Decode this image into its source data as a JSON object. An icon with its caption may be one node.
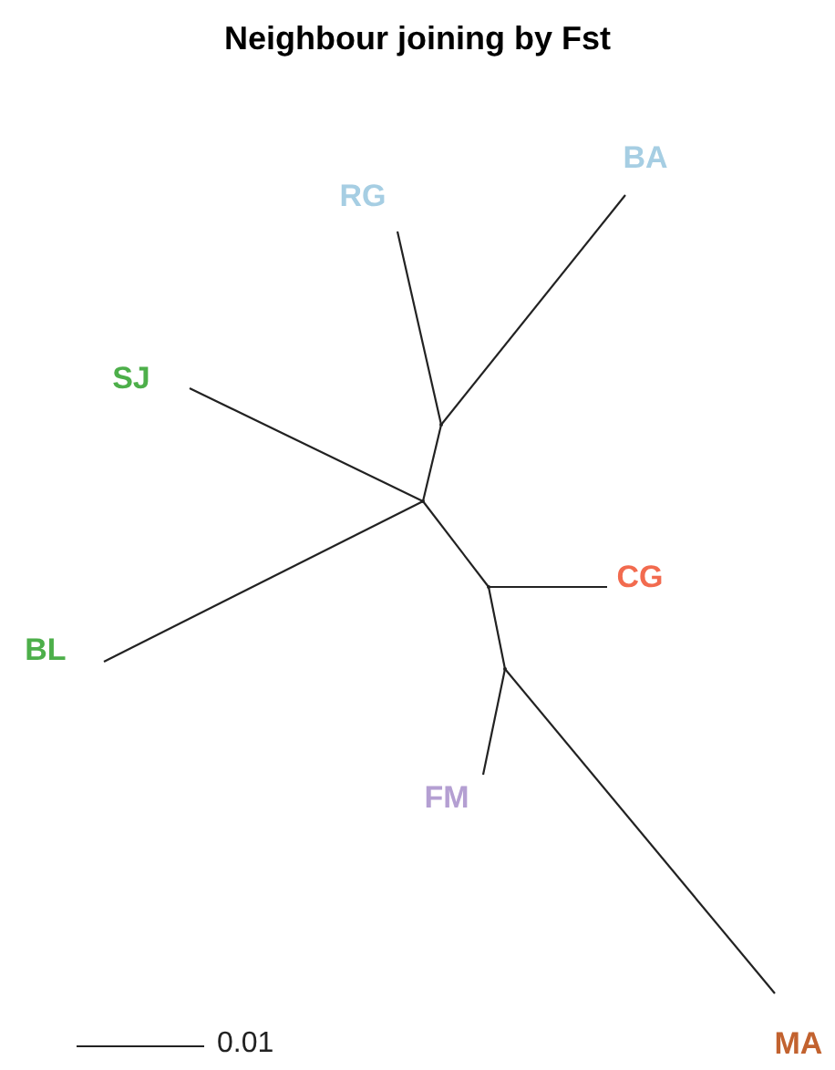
{
  "diagram": {
    "title": "Neighbour joining by Fst",
    "nodes": [
      {
        "text": [
          "BA"
        ]
      },
      {
        "text": [
          "RG"
        ]
      },
      {
        "text": [
          "SJ"
        ]
      },
      {
        "text": [],
        "shape": "point"
      },
      {
        "text": [],
        "shape": "point"
      },
      {
        "text": [
          "CG"
        ]
      },
      {
        "text": [],
        "shape": "point"
      },
      {
        "text": [
          "BL"
        ]
      },
      {
        "text": [],
        "shape": "point"
      },
      {
        "text": [
          "FM"
        ]
      },
      {
        "text": [
          "MA"
        ]
      }
    ],
    "edges": [
      {
        "from": 4,
        "to": 3,
        "arrow": "none"
      },
      {
        "from": 3,
        "to": 1,
        "arrow": "none"
      },
      {
        "from": 3,
        "to": 0,
        "arrow": "none"
      },
      {
        "from": 4,
        "to": 2,
        "arrow": "none"
      },
      {
        "from": 4,
        "to": 7,
        "arrow": "none"
      },
      {
        "from": 4,
        "to": 6,
        "arrow": "none"
      },
      {
        "from": 6,
        "to": 5,
        "arrow": "none"
      },
      {
        "from": 6,
        "to": 8,
        "arrow": "none"
      },
      {
        "from": 8,
        "to": 9,
        "arrow": "none"
      },
      {
        "from": 8,
        "to": 10,
        "arrow": "none"
      }
    ],
    "labels": [
      "0.01"
    ]
  }
}
